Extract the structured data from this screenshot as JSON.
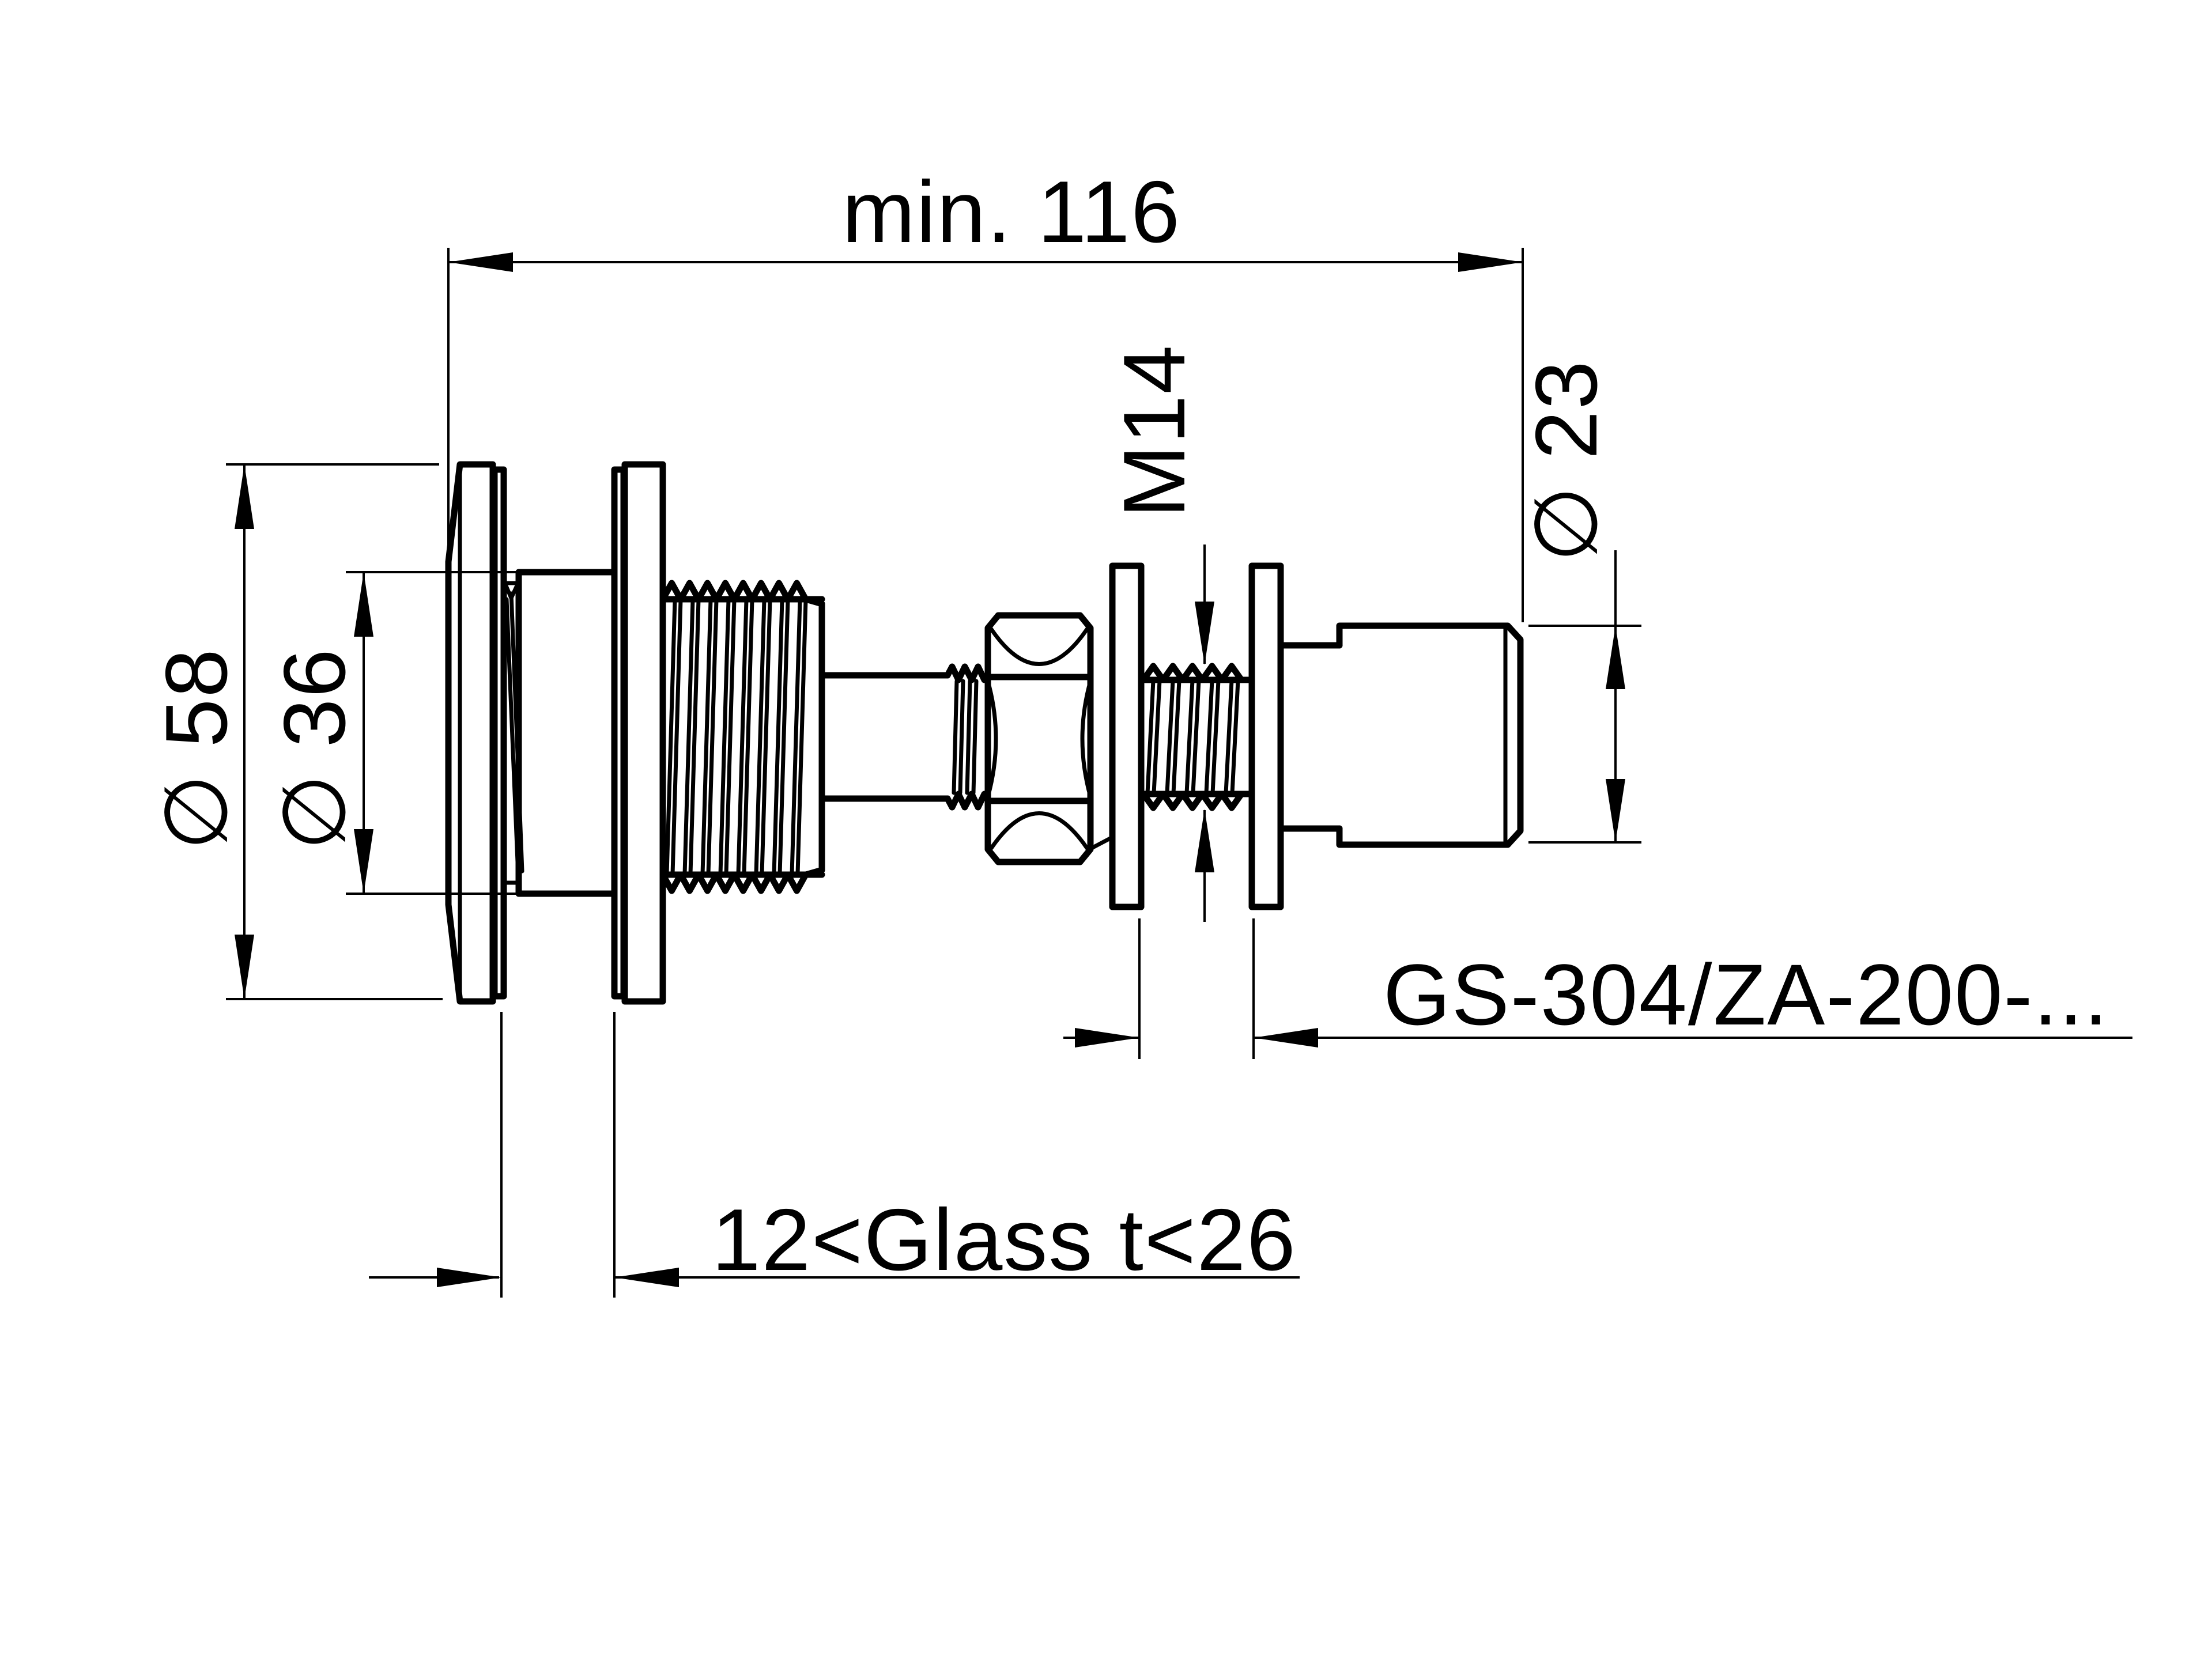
{
  "drawing": {
    "type": "technical-dimension-drawing",
    "units": "mm",
    "labels": {
      "overall_length": "min. 116",
      "stud_thread": "M14",
      "head_diameter": "∅ 23",
      "flange_diameter": "∅ 58",
      "body_diameter": "∅ 36",
      "glass_thickness_range": "12<Glass t<26",
      "product_code": "GS-304/ZA-200-..."
    },
    "dimension_values": {
      "overall_length_min_mm": 116,
      "stud_thread": "M14",
      "head_diameter_mm": 23,
      "flange_diameter_mm": 58,
      "body_diameter_mm": 36,
      "glass_thickness_min_mm": 12,
      "glass_thickness_max_mm": 26
    },
    "colors": {
      "line": "#000000",
      "background": "#ffffff"
    }
  }
}
